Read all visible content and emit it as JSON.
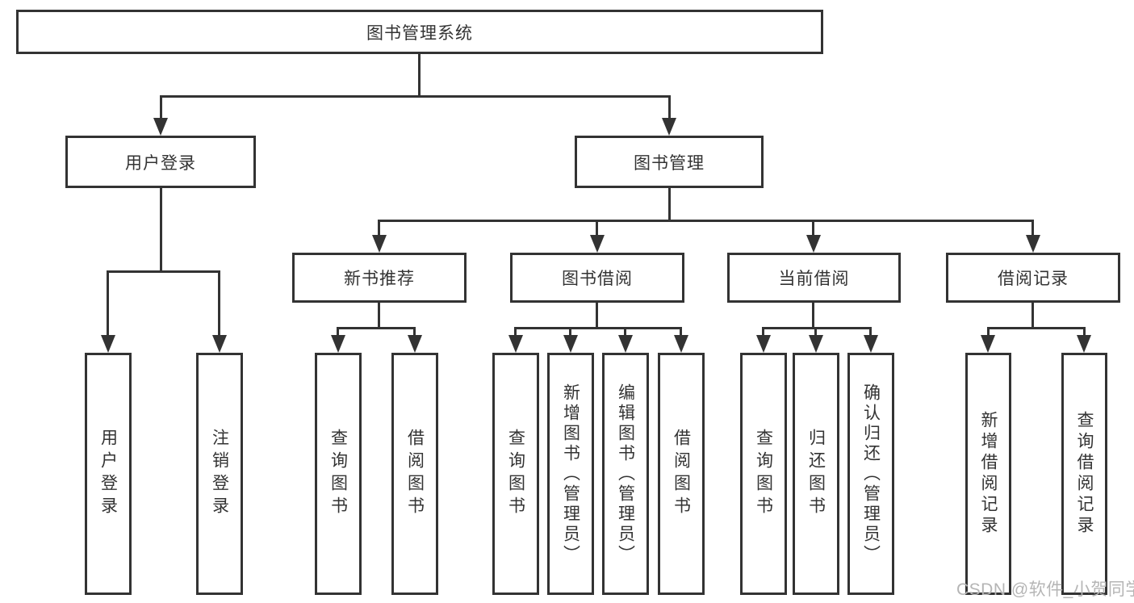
{
  "nodes": {
    "root": {
      "label": "图书管理系统"
    },
    "level2": {
      "user_login": {
        "label": "用户登录"
      },
      "book_management": {
        "label": "图书管理"
      }
    },
    "level3": {
      "new_book_recommend": {
        "label": "新书推荐"
      },
      "book_borrow": {
        "label": "图书借阅"
      },
      "current_borrow": {
        "label": "当前借阅"
      },
      "borrow_record": {
        "label": "借阅记录"
      }
    },
    "level4": {
      "user_login_leaf": {
        "label": "用户登录"
      },
      "logout": {
        "label": "注销登录"
      },
      "query_book_recommend": {
        "label": "查询图书"
      },
      "borrow_book_recommend": {
        "label": "借阅图书"
      },
      "query_book_borrow": {
        "label": "查询图书"
      },
      "add_book_admin": {
        "label": "新增图书（管理员）"
      },
      "edit_book_admin": {
        "label": "编辑图书（管理员）"
      },
      "borrow_book_borrow": {
        "label": "借阅图书"
      },
      "query_book_current": {
        "label": "查询图书"
      },
      "return_book": {
        "label": "归还图书"
      },
      "confirm_return_admin": {
        "label": "确认归还（管理员）"
      },
      "add_borrow_record": {
        "label": "新增借阅记录"
      },
      "query_borrow_record": {
        "label": "查询借阅记录"
      }
    }
  },
  "hierarchy": {
    "图书管理系统": {
      "用户登录": [
        "用户登录",
        "注销登录"
      ],
      "图书管理": {
        "新书推荐": [
          "查询图书",
          "借阅图书"
        ],
        "图书借阅": [
          "查询图书",
          "新增图书（管理员）",
          "编辑图书（管理员）",
          "借阅图书"
        ],
        "当前借阅": [
          "查询图书",
          "归还图书",
          "确认归还（管理员）"
        ],
        "借阅记录": [
          "新增借阅记录",
          "查询借阅记录"
        ]
      }
    }
  },
  "watermark": {
    "text": "CSDN @软件_小贺同学"
  },
  "colors": {
    "line": "#333333",
    "box_background": "#ffffff",
    "text": "#333333",
    "watermark": "#b5b5b5"
  }
}
